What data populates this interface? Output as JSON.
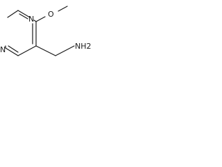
{
  "molecule": {
    "atoms": {
      "n1": "N",
      "n3": "N",
      "o": "O",
      "nh2": "NH2"
    },
    "colors": {
      "ink": "#1a1a1a",
      "background": "#ffffff"
    }
  }
}
